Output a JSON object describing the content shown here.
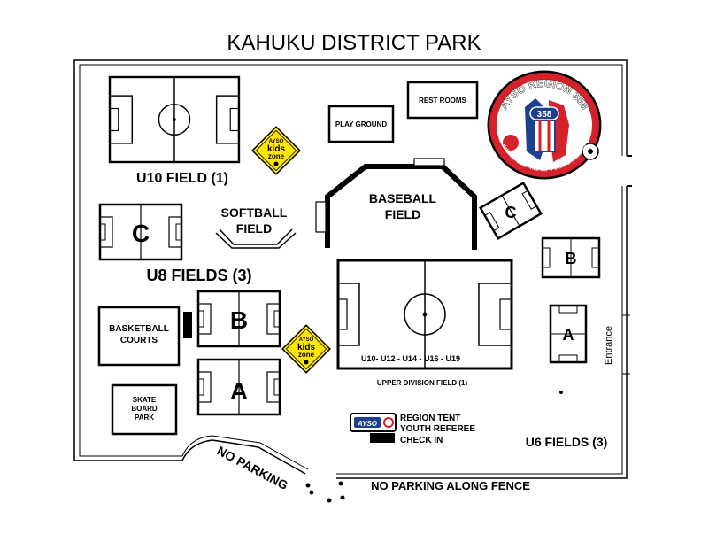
{
  "title": "KAHUKU DISTRICT PARK",
  "fields": {
    "u10_field_label": "U10 FIELD (1)",
    "u8_fields_label": "U8 FIELDS (3)",
    "u6_fields_label": "U6 FIELDS (3)",
    "upper_division_ages": "U10- U12 - U14 - U16 - U19",
    "upper_division_label": "UPPER DIVISION FIELD (1)",
    "u8_letters": [
      "C",
      "B",
      "A"
    ],
    "u6_letters": [
      "C",
      "B",
      "A"
    ]
  },
  "facilities": {
    "rest_rooms": "REST ROOMS",
    "play_ground": "PLAY GROUND",
    "baseball_line1": "BASEBALL",
    "baseball_line2": "FIELD",
    "softball_line1": "SOFTBALL",
    "softball_line2": "FIELD",
    "basketball_line1": "BASKETBALL",
    "basketball_line2": "COURTS",
    "skate_line1": "SKATE",
    "skate_line2": "BOARD",
    "skate_line3": "PARK"
  },
  "kids_zone": {
    "line1": "AYSO",
    "line2": "kids",
    "line3": "zone"
  },
  "region_tent": {
    "line1": "REGION TENT",
    "line2": "YOUTH REFEREE",
    "line3": "CHECK IN",
    "logo_text": "AYSO"
  },
  "logo": {
    "arc_text": "AYSO REGION 358",
    "badge": "358",
    "tagline": "Kahuku · La'ie · Hau'ula · Punalu'u · Ka'a'awa"
  },
  "parking": {
    "no_parking": "NO PARKING",
    "no_parking_fence": "NO PARKING ALONG FENCE"
  },
  "entrance": "Entrance",
  "colors": {
    "kids_zone_yellow": "#ffe600",
    "logo_red": "#d6202a",
    "logo_blue": "#1d3f8f"
  }
}
